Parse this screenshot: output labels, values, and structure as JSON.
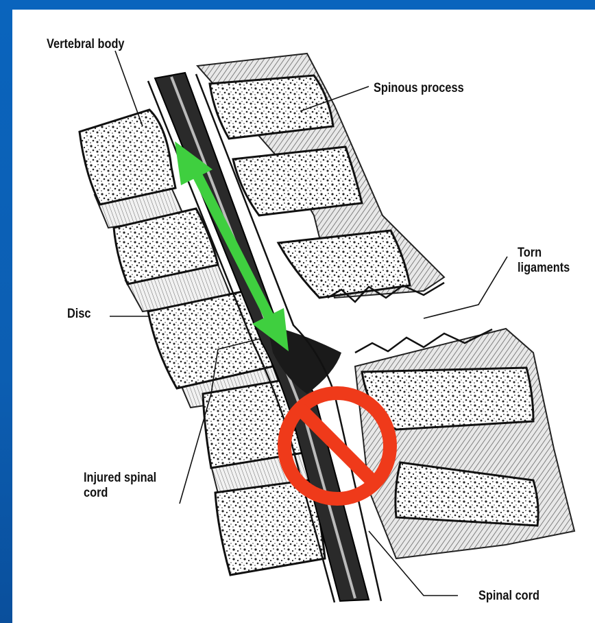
{
  "labels": {
    "vertebral_body": "Vertebral body",
    "spinous_process": "Spinous process",
    "torn_ligaments": "Torn ligaments",
    "disc": "Disc",
    "injured_spinal_cord": "Injured spinal cord",
    "spinal_cord": "Spinal cord"
  },
  "colors": {
    "background": "#0a64bd",
    "arrow": "#3fcf3f",
    "prohibition": "#ef3a1a"
  }
}
